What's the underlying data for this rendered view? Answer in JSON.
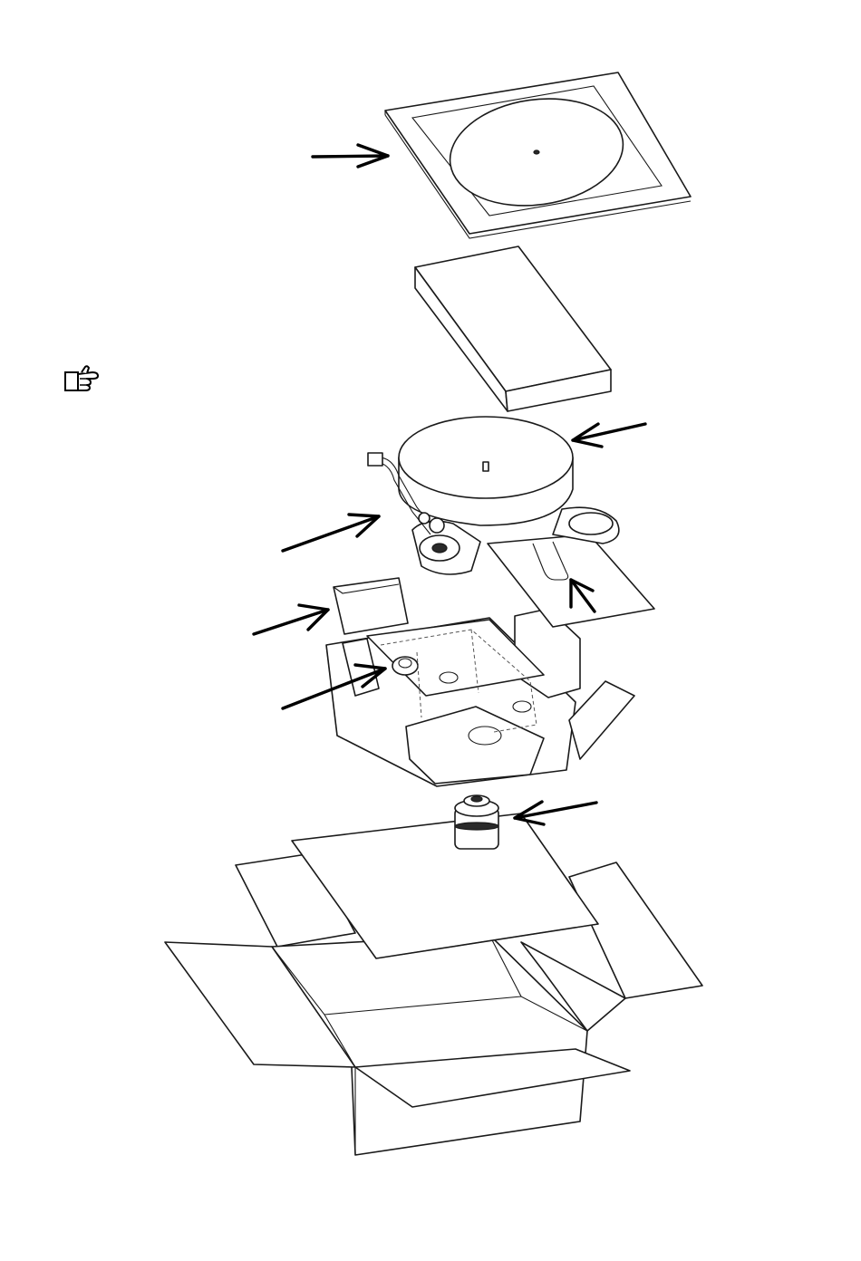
{
  "diagram": {
    "colors": {
      "line": "#1a1a1a",
      "background": "#ffffff",
      "arrow": "#000000"
    },
    "note_icon": "pointing-hand-icon",
    "components": [
      "top-cardboard-sheet",
      "platter-box",
      "turntable",
      "base-plate",
      "small-box",
      "foam-insert",
      "motor-pulley",
      "bottom-cardboard-sheet",
      "shipping-carton"
    ]
  }
}
